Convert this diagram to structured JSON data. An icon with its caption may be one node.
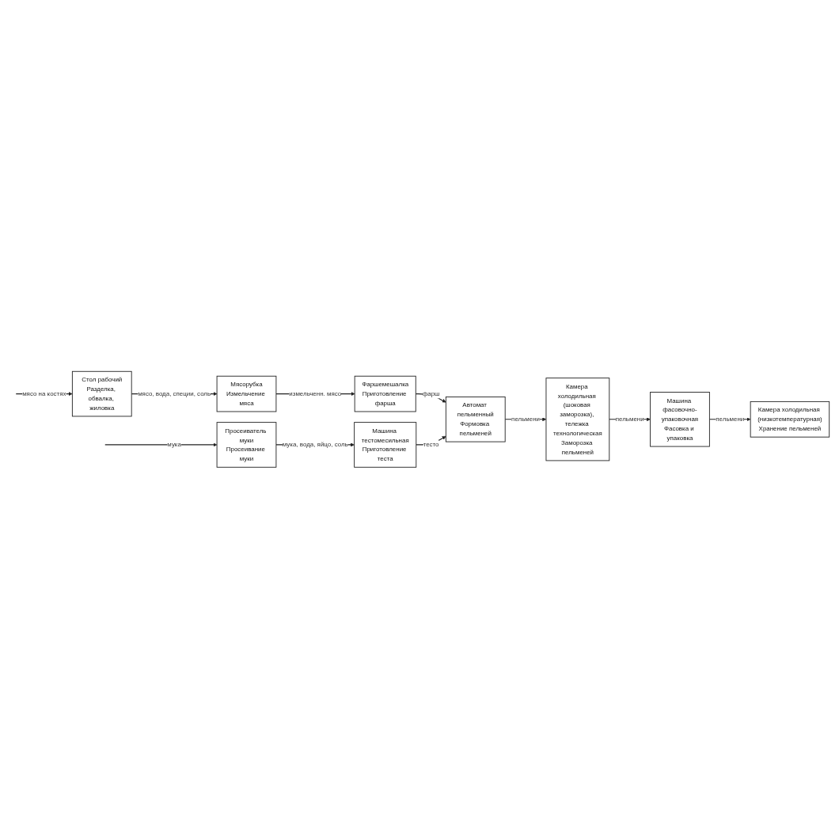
{
  "diagram": {
    "nodes": [
      {
        "text": [
          "Стол рабочий",
          "Разделка, обвалка, жиловка"
        ]
      },
      {
        "text": [
          "Мясорубка",
          "Измельчение мяса"
        ]
      },
      {
        "text": [
          "Фаршемешалка",
          "Приготовление фарша"
        ]
      },
      {
        "text": [
          "Просеиватель муки",
          "Просеивание муки"
        ]
      },
      {
        "text": [
          "Машина тестомесильная",
          "Приготовление теста"
        ]
      },
      {
        "text": [
          "Автомат пельменный",
          "Формовка пельменей"
        ]
      },
      {
        "text": [
          "Камера холодильная (шоковая заморозка), тележка технологическая",
          "Заморозка пельменей"
        ]
      },
      {
        "text": [
          "Машина фасовочно-упаковочная",
          "Фасовка и упаковка"
        ]
      },
      {
        "text": [
          "Камера холодильная (низкотемпературная)",
          "Хранение пельменей"
        ]
      }
    ],
    "edges": [
      {
        "from": null,
        "to": 0,
        "arrow": "to",
        "label": "мясо на костях"
      },
      {
        "from": 0,
        "to": 1,
        "arrow": "to",
        "label": "мясо, вода, специи, соль"
      },
      {
        "from": 1,
        "to": 2,
        "arrow": "to",
        "label": "измельченн. мясо"
      },
      {
        "from": 2,
        "to": 5,
        "arrow": "to",
        "label": "фарш"
      },
      {
        "from": null,
        "to": 3,
        "arrow": "to",
        "label": "мука"
      },
      {
        "from": 3,
        "to": 4,
        "arrow": "to",
        "label": "мука, вода, яйцо, соль"
      },
      {
        "from": 4,
        "to": 5,
        "arrow": "to",
        "label": "тесто"
      },
      {
        "from": 5,
        "to": 6,
        "arrow": "to",
        "label": "пельмени"
      },
      {
        "from": 6,
        "to": 7,
        "arrow": "to",
        "label": "пельмени"
      },
      {
        "from": 7,
        "to": 8,
        "arrow": "to",
        "label": "пельмени"
      }
    ]
  }
}
